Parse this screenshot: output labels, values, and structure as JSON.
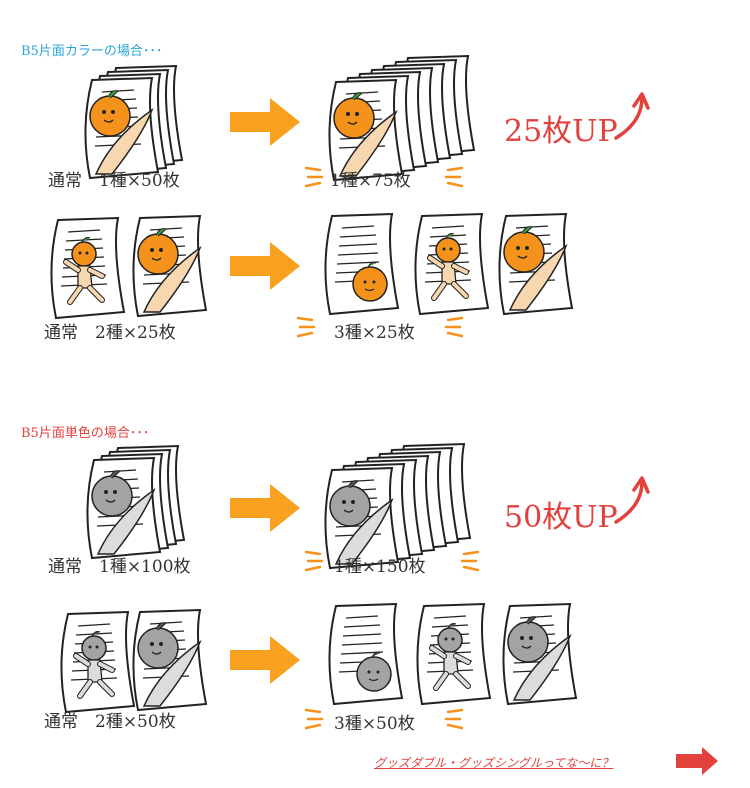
{
  "colors": {
    "color_title": "#29a3d9",
    "mono_title": "#e2413e",
    "accent_red": "#e2413e",
    "orange": "#f4921b",
    "arrow_orange": "#f8a01f",
    "gray": "#a3a3a3"
  },
  "section_color": {
    "title": "B5片面カラーの場合･･･",
    "row1": {
      "left_caption": "通常　1種×50枚",
      "right_caption": "1種×75枚"
    },
    "row2": {
      "left_caption": "通常　2種×25枚",
      "right_caption": "3種×25枚"
    },
    "up_label": "25枚UP"
  },
  "section_mono": {
    "title": "B5片面単色の場合･･･",
    "row1": {
      "left_caption": "通常　1種×100枚",
      "right_caption": "1種×150枚"
    },
    "row2": {
      "left_caption": "通常　2種×50枚",
      "right_caption": "3種×50枚"
    },
    "up_label": "50枚UP"
  },
  "footer_link": {
    "label": "グッズダブル・グッズシングルってな～に？"
  }
}
